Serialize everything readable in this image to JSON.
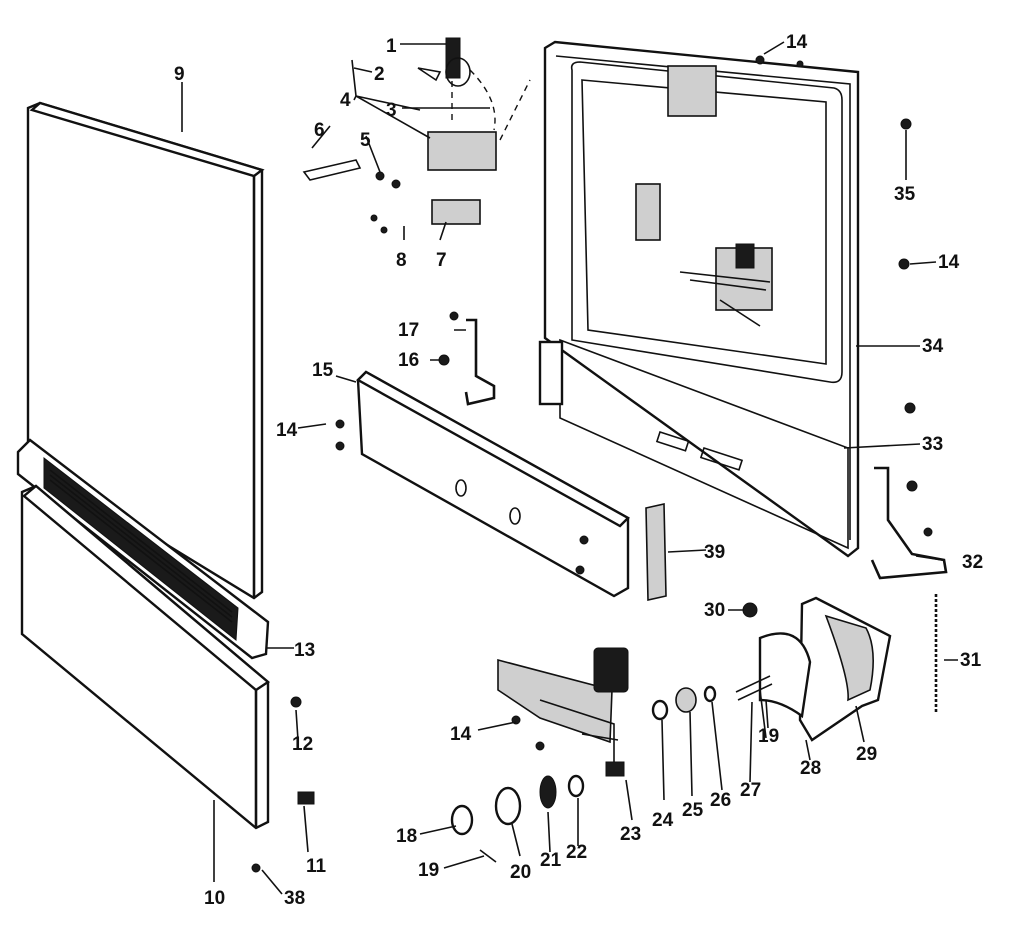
{
  "diagram": {
    "callouts": {
      "c1": "1",
      "c2": "2",
      "c3": "3",
      "c4": "4",
      "c5": "5",
      "c6": "6",
      "c7": "7",
      "c8": "8",
      "c9": "9",
      "c10": "10",
      "c11": "11",
      "c12": "12",
      "c13": "13",
      "c14a": "14",
      "c14b": "14",
      "c14c": "14",
      "c14d": "14",
      "c15": "15",
      "c16": "16",
      "c17": "17",
      "c18": "18",
      "c19a": "19",
      "c19b": "19",
      "c20": "20",
      "c21": "21",
      "c22": "22",
      "c23": "23",
      "c24": "24",
      "c25": "25",
      "c26": "26",
      "c27": "27",
      "c28": "28",
      "c29": "29",
      "c30": "30",
      "c31": "31",
      "c32": "32",
      "c33": "33",
      "c34": "34",
      "c35": "35",
      "c38": "38",
      "c39": "39"
    }
  }
}
